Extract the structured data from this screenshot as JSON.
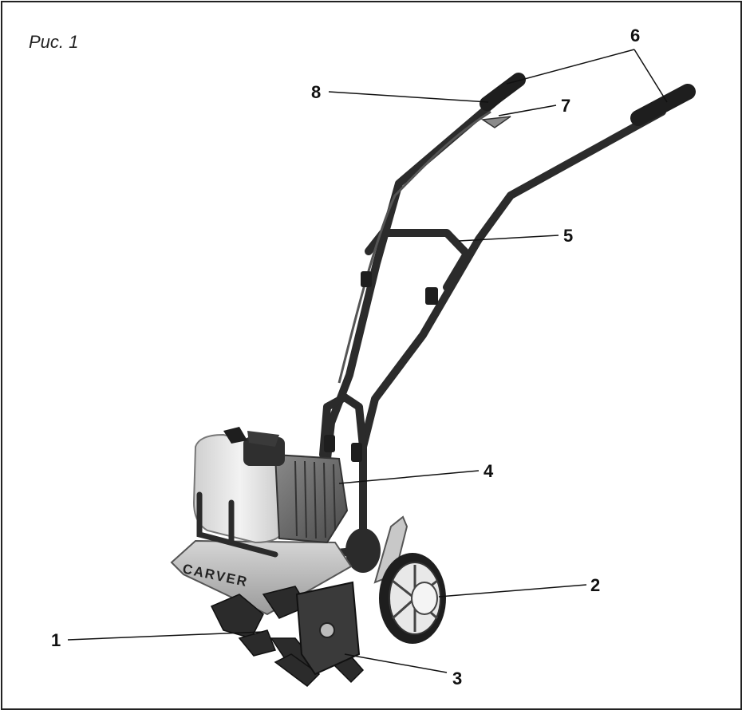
{
  "figure": {
    "label": "Рис. 1",
    "brand_text": "CARVER"
  },
  "callouts": [
    {
      "id": "1",
      "text": "1"
    },
    {
      "id": "2",
      "text": "2"
    },
    {
      "id": "3",
      "text": "3"
    },
    {
      "id": "4",
      "text": "4"
    },
    {
      "id": "5",
      "text": "5"
    },
    {
      "id": "6",
      "text": "6"
    },
    {
      "id": "7",
      "text": "7"
    },
    {
      "id": "8",
      "text": "8"
    }
  ],
  "colors": {
    "frame": "#222222",
    "metal_dark": "#2b2b2b",
    "metal_mid": "#6f6f6f",
    "plastic_light": "#e2e2e2",
    "guard_grey": "#b8b8b8"
  }
}
